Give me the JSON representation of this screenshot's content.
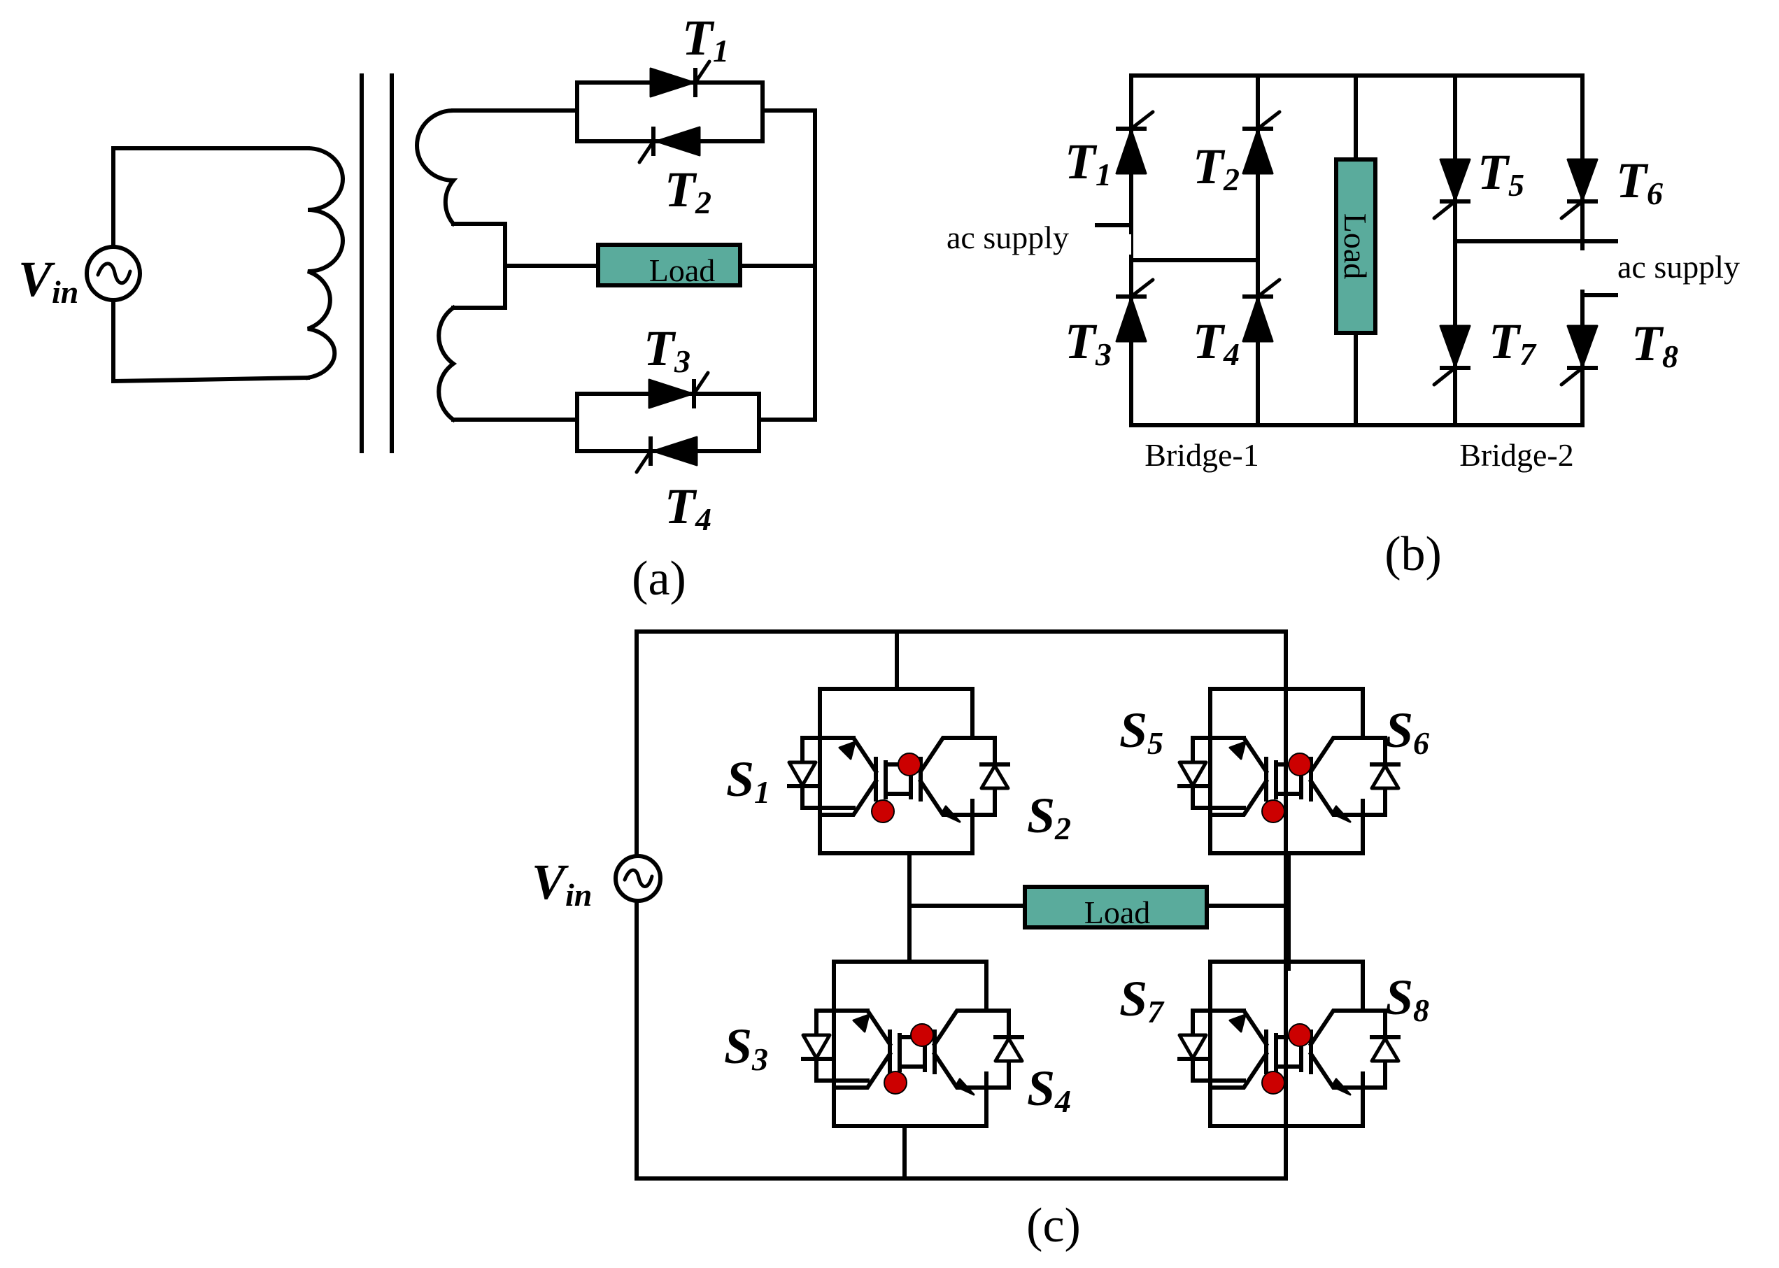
{
  "colors": {
    "load_fill": "#5aab9c",
    "led_fill": "#cc0000",
    "wire": "#000000"
  },
  "panel_a": {
    "caption": "(a)",
    "source_label": {
      "main": "V",
      "sub": "in"
    },
    "load_label": "Load",
    "thyristors": [
      {
        "main": "T",
        "sub": "1"
      },
      {
        "main": "T",
        "sub": "2"
      },
      {
        "main": "T",
        "sub": "3"
      },
      {
        "main": "T",
        "sub": "4"
      }
    ]
  },
  "panel_b": {
    "caption": "(b)",
    "load_label": "Load",
    "supply_left": "ac supply",
    "supply_right": "ac supply",
    "bridge1_label": "Bridge-1",
    "bridge2_label": "Bridge-2",
    "thyristors": [
      {
        "main": "T",
        "sub": "1"
      },
      {
        "main": "T",
        "sub": "2"
      },
      {
        "main": "T",
        "sub": "3"
      },
      {
        "main": "T",
        "sub": "4"
      },
      {
        "main": "T",
        "sub": "5"
      },
      {
        "main": "T",
        "sub": "6"
      },
      {
        "main": "T",
        "sub": "7"
      },
      {
        "main": "T",
        "sub": "8"
      }
    ]
  },
  "panel_c": {
    "caption": "(c)",
    "source_label": {
      "main": "V",
      "sub": "in"
    },
    "load_label": "Load",
    "switches": [
      {
        "main": "S",
        "sub": "1"
      },
      {
        "main": "S",
        "sub": "2"
      },
      {
        "main": "S",
        "sub": "3"
      },
      {
        "main": "S",
        "sub": "4"
      },
      {
        "main": "S",
        "sub": "5"
      },
      {
        "main": "S",
        "sub": "6"
      },
      {
        "main": "S",
        "sub": "7"
      },
      {
        "main": "S",
        "sub": "8"
      }
    ]
  }
}
